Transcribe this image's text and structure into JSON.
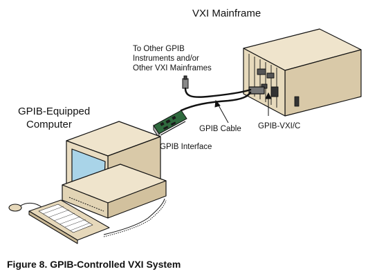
{
  "labels": {
    "mainframe": "VXI Mainframe",
    "to_other_line1": "To Other GPIB",
    "to_other_line2": "Instruments and/or",
    "to_other_line3": "Other VXI Mainframes",
    "computer_line1": "GPIB-Equipped",
    "computer_line2": "Computer",
    "gpib_cable": "GPIB Cable",
    "gpib_vxi": "GPIB-VXI/C",
    "gpib_interface": "GPIB Interface"
  },
  "caption": "Figure 8. GPIB-Controlled VXI System",
  "colors": {
    "beige": "#e9dcc1",
    "beige_dark": "#cdbd9b",
    "screen": "#a9d4e8",
    "board": "#2f6a3e",
    "line": "#111111"
  }
}
